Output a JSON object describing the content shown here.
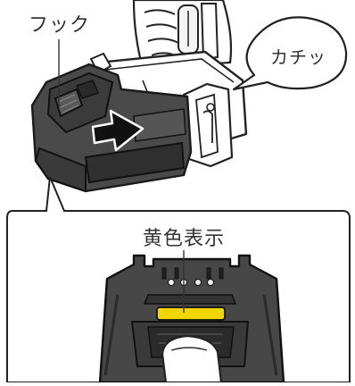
{
  "labels": {
    "hook": "フック",
    "click_sound": "カチッ",
    "yellow_indicator": "黄色表示"
  }
}
